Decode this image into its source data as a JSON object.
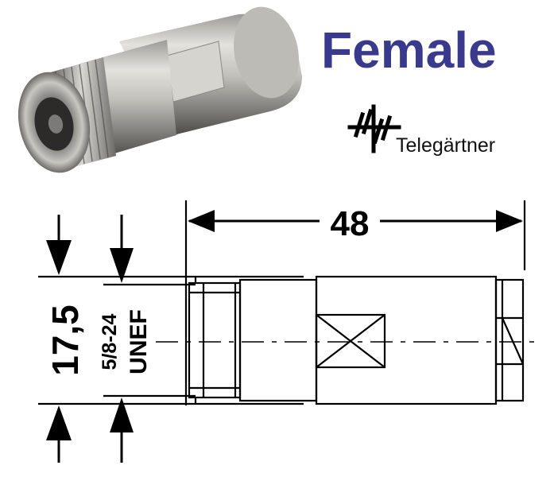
{
  "header": {
    "title": "Female",
    "brand_name": "Telegärtner"
  },
  "dimensions": {
    "length": "48",
    "diameter": "17,5",
    "thread_size": "5/8-24",
    "thread_type": "UNEF"
  },
  "colors": {
    "title": "#3a3a8c",
    "drawing": "#000000"
  },
  "icons": {
    "logo": "telegartner-logo-icon",
    "product": "n-female-connector-photo"
  }
}
